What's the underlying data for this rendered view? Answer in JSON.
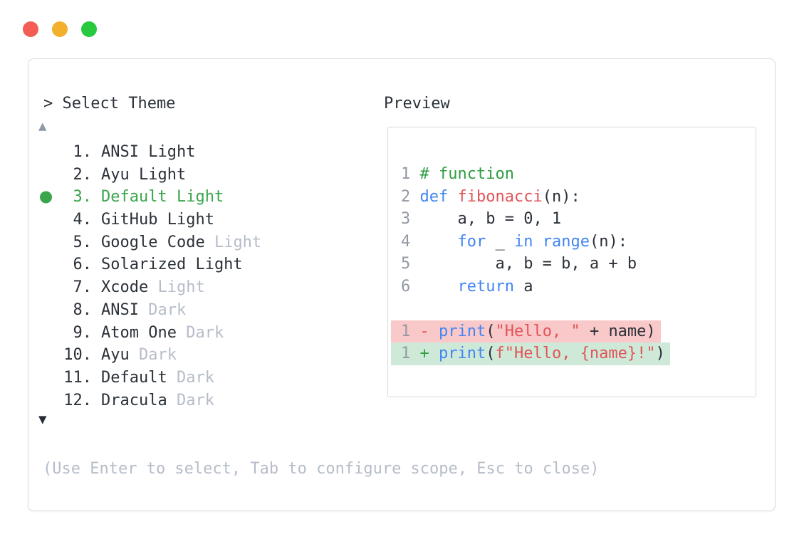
{
  "window": {
    "controls": [
      {
        "name": "close",
        "color_key": "traffic_red"
      },
      {
        "name": "minimize",
        "color_key": "traffic_yellow"
      },
      {
        "name": "zoom",
        "color_key": "traffic_green"
      }
    ]
  },
  "theme_picker": {
    "prompt": "> Select Theme",
    "scroll_up_indicator": "▲",
    "scroll_down_indicator": "▼",
    "items": [
      {
        "number": "1.",
        "name": "ANSI Light",
        "muted": "",
        "selected": false
      },
      {
        "number": "2.",
        "name": "Ayu Light",
        "muted": "",
        "selected": false
      },
      {
        "number": "3.",
        "name": "Default Light",
        "muted": "",
        "selected": true
      },
      {
        "number": "4.",
        "name": "GitHub Light",
        "muted": "",
        "selected": false
      },
      {
        "number": "5.",
        "name": "Google Code",
        "muted": "Light",
        "selected": false
      },
      {
        "number": "6.",
        "name": "Solarized Light",
        "muted": "",
        "selected": false
      },
      {
        "number": "7.",
        "name": "Xcode",
        "muted": "Light",
        "selected": false
      },
      {
        "number": "8.",
        "name": "ANSI",
        "muted": "Dark",
        "selected": false
      },
      {
        "number": "9.",
        "name": "Atom One",
        "muted": "Dark",
        "selected": false
      },
      {
        "number": "10.",
        "name": "Ayu",
        "muted": "Dark",
        "selected": false
      },
      {
        "number": "11.",
        "name": "Default",
        "muted": "Dark",
        "selected": false
      },
      {
        "number": "12.",
        "name": "Dracula",
        "muted": "Dark",
        "selected": false
      }
    ],
    "help_text": "(Use Enter to select, Tab to configure scope, Esc to close)"
  },
  "preview": {
    "label": "Preview",
    "code_lines": [
      {
        "type": "normal",
        "tokens": [
          [
            "num",
            "1 "
          ],
          [
            "com",
            "# function"
          ]
        ]
      },
      {
        "type": "normal",
        "tokens": [
          [
            "num",
            "2 "
          ],
          [
            "kw",
            "def"
          ],
          [
            "txt",
            " "
          ],
          [
            "fn",
            "fibonacci"
          ],
          [
            "txt",
            "(n):"
          ]
        ]
      },
      {
        "type": "normal",
        "tokens": [
          [
            "num",
            "3 "
          ],
          [
            "txt",
            "    a, b = 0, 1"
          ]
        ]
      },
      {
        "type": "normal",
        "tokens": [
          [
            "num",
            "4 "
          ],
          [
            "txt",
            "    "
          ],
          [
            "kw",
            "for"
          ],
          [
            "txt",
            " _ "
          ],
          [
            "kw",
            "in"
          ],
          [
            "txt",
            " "
          ],
          [
            "kw",
            "range"
          ],
          [
            "txt",
            "(n):"
          ]
        ]
      },
      {
        "type": "normal",
        "tokens": [
          [
            "num",
            "5 "
          ],
          [
            "txt",
            "        a, b = b, a + b"
          ]
        ]
      },
      {
        "type": "normal",
        "tokens": [
          [
            "num",
            "6 "
          ],
          [
            "txt",
            "    "
          ],
          [
            "kw",
            "return"
          ],
          [
            "txt",
            " a"
          ]
        ]
      },
      {
        "type": "blank",
        "tokens": []
      },
      {
        "type": "del",
        "tokens": [
          [
            "num",
            "1 "
          ],
          [
            "del",
            "- "
          ],
          [
            "kw",
            "print"
          ],
          [
            "txt",
            "("
          ],
          [
            "str",
            "\"Hello, \""
          ],
          [
            "txt",
            " + name)"
          ]
        ]
      },
      {
        "type": "add",
        "tokens": [
          [
            "num",
            "1 "
          ],
          [
            "add",
            "+ "
          ],
          [
            "kw",
            "print"
          ],
          [
            "txt",
            "("
          ],
          [
            "str",
            "f\"Hello, {name}!\""
          ],
          [
            "txt",
            ")"
          ]
        ]
      }
    ]
  },
  "colors": {
    "text_dark": "#2b3139",
    "muted": "#b6bdc9",
    "selected_green": "#3aa54b",
    "arrow_up": "#8e99a9",
    "arrow_down": "#262c35",
    "num": "#9299a3",
    "txt": "#2b3139",
    "kw": "#4285f4",
    "fn": "#e05558",
    "str": "#e05558",
    "com": "#2f9e44",
    "del": "#e05558",
    "add": "#2f9e44",
    "del_bg": "#f9c8c9",
    "add_bg": "#cfe9d8",
    "traffic_red": "#f35d56",
    "traffic_yellow": "#f2b02c",
    "traffic_green": "#27c93f"
  }
}
